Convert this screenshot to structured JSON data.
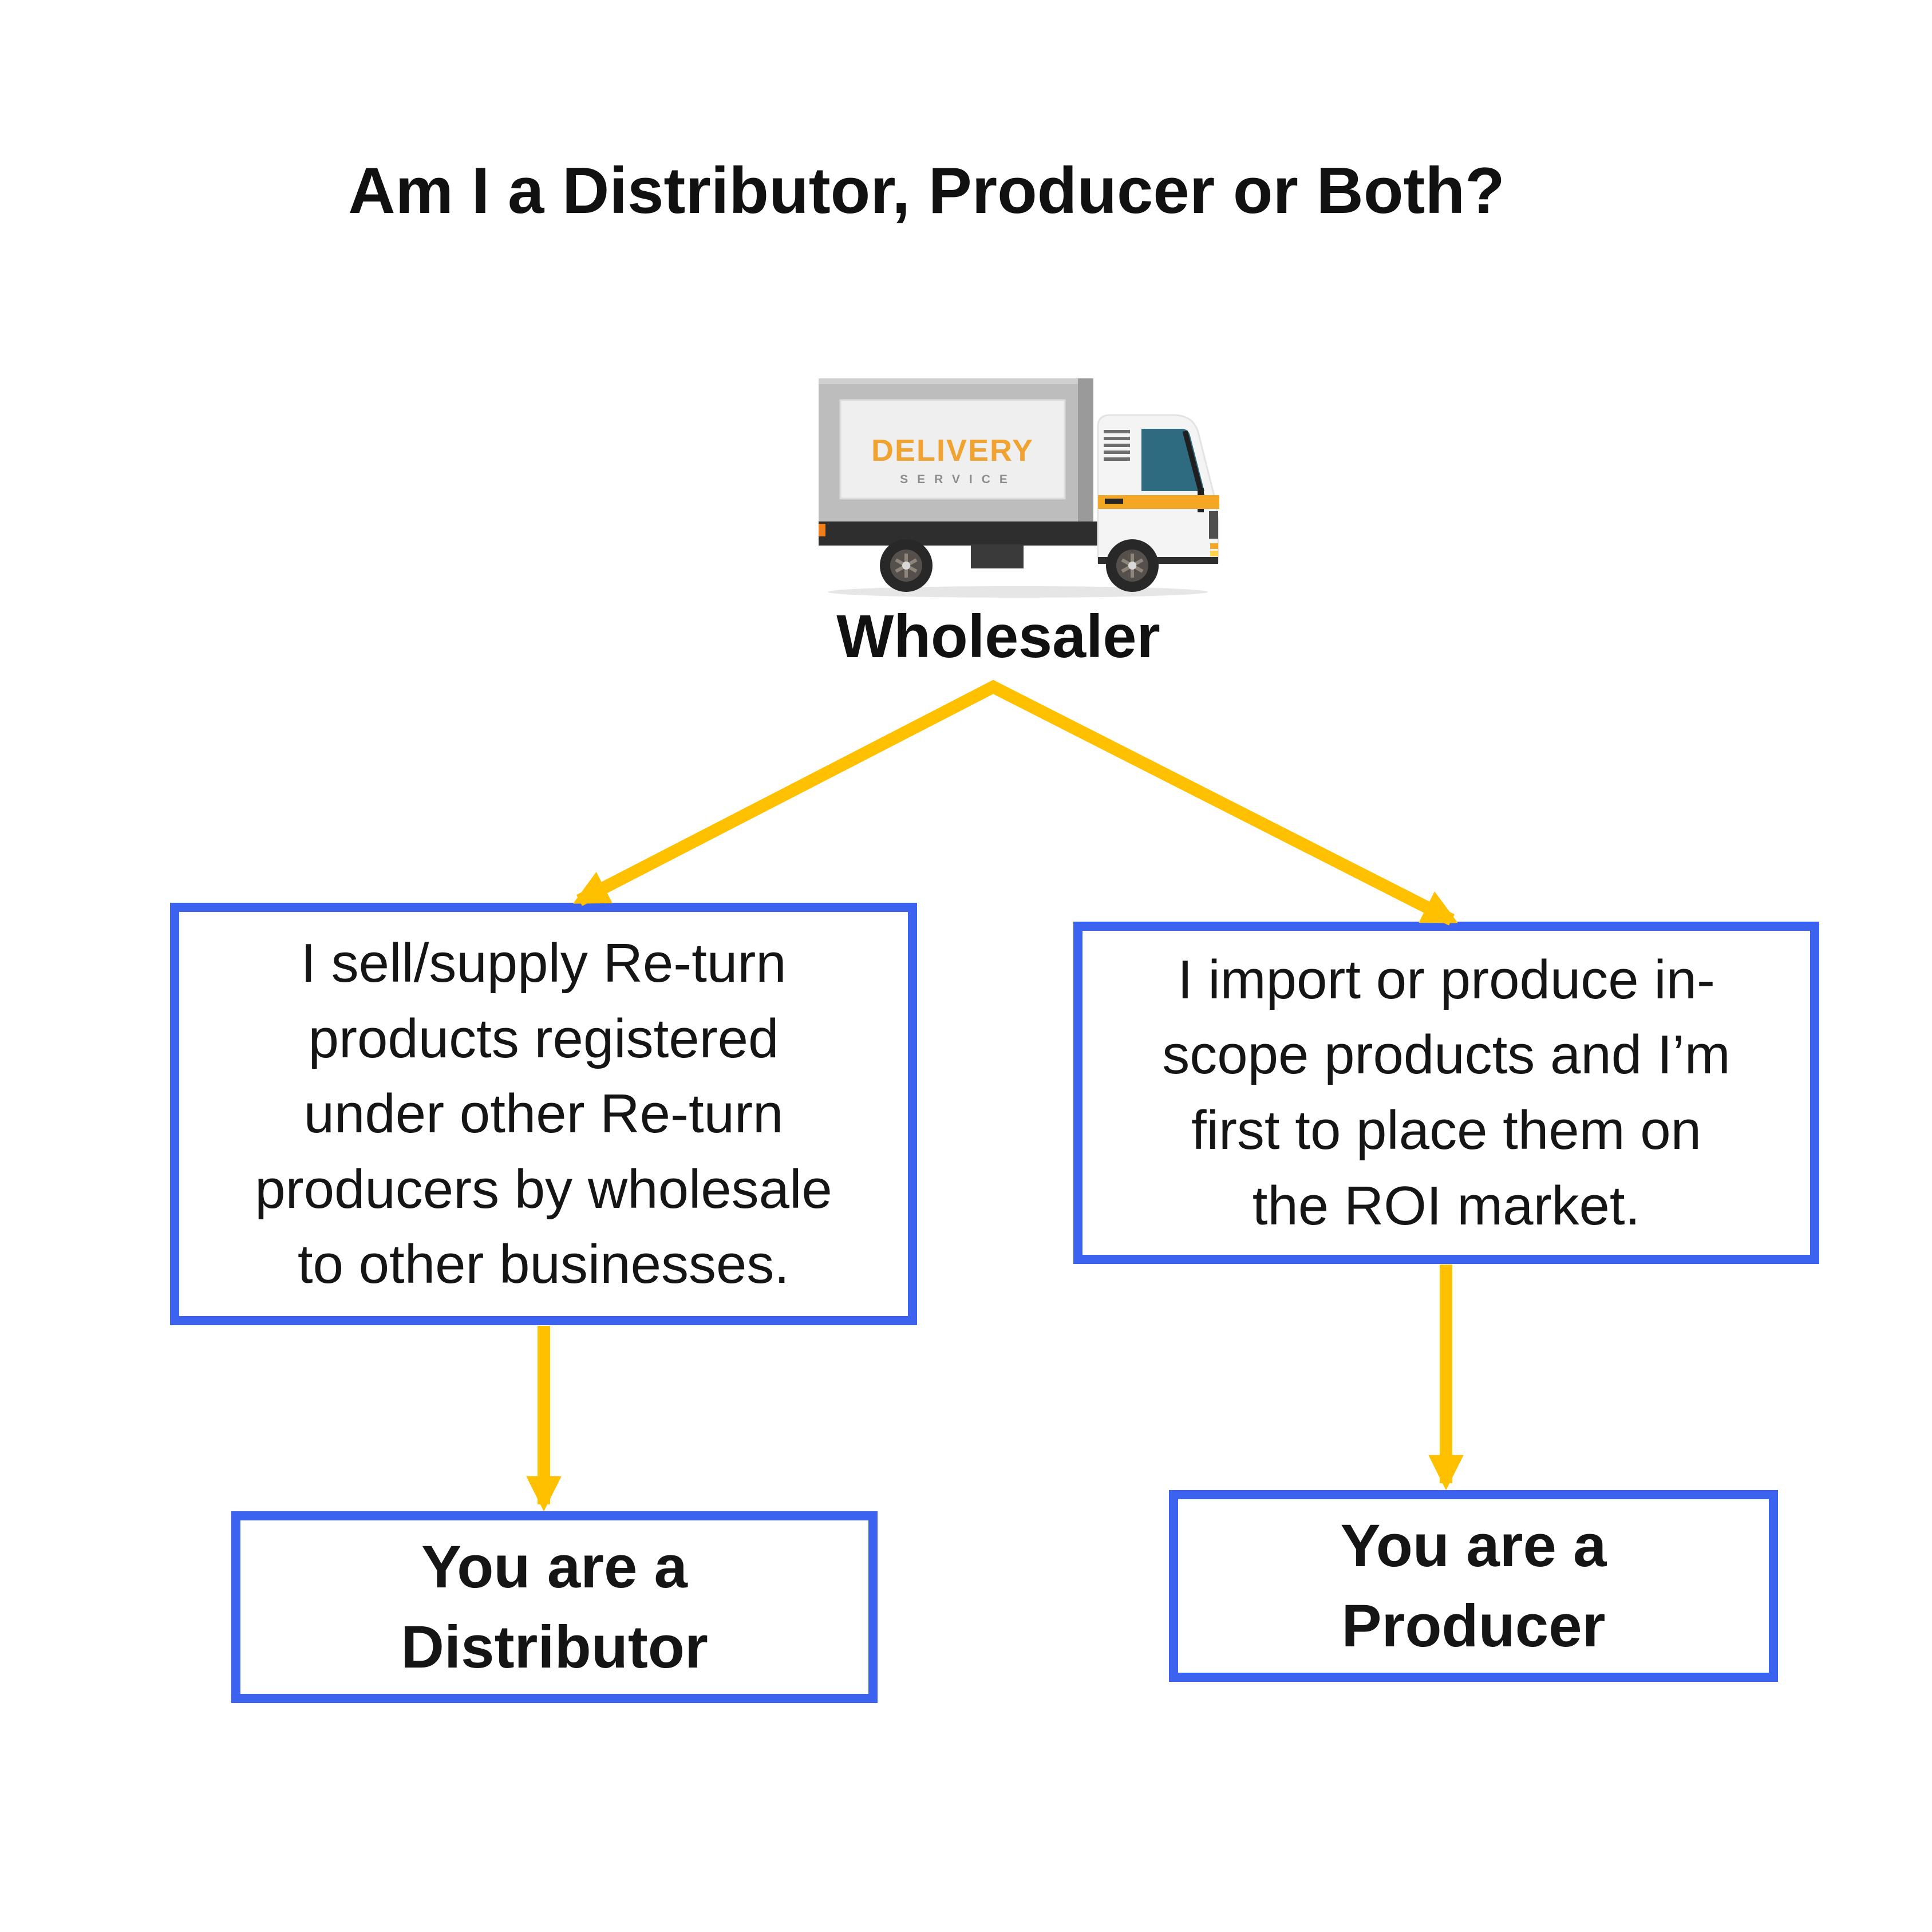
{
  "title": "Am I a Distributor, Producer or Both?",
  "wholesaler": {
    "label": "Wholesaler",
    "truck_sign": {
      "line1": "DELIVERY",
      "line2": "SERVICE"
    }
  },
  "branches": {
    "left": {
      "condition": "I sell/supply Re-turn\nproducts registered\nunder other Re-turn\nproducers by wholesale\nto other businesses.",
      "result": "You are a\nDistributor"
    },
    "right": {
      "condition": "I import or produce in-\nscope products and I’m\nfirst to place them on\nthe ROI market.",
      "result": "You are a\nProducer"
    }
  },
  "colors": {
    "box_border_blue": "#3B63F0",
    "arrow_gold": "#FFC000",
    "truck_sign_orange": "#F0A330",
    "truck_window_teal": "#2F6B80",
    "text_black": "#151515"
  }
}
